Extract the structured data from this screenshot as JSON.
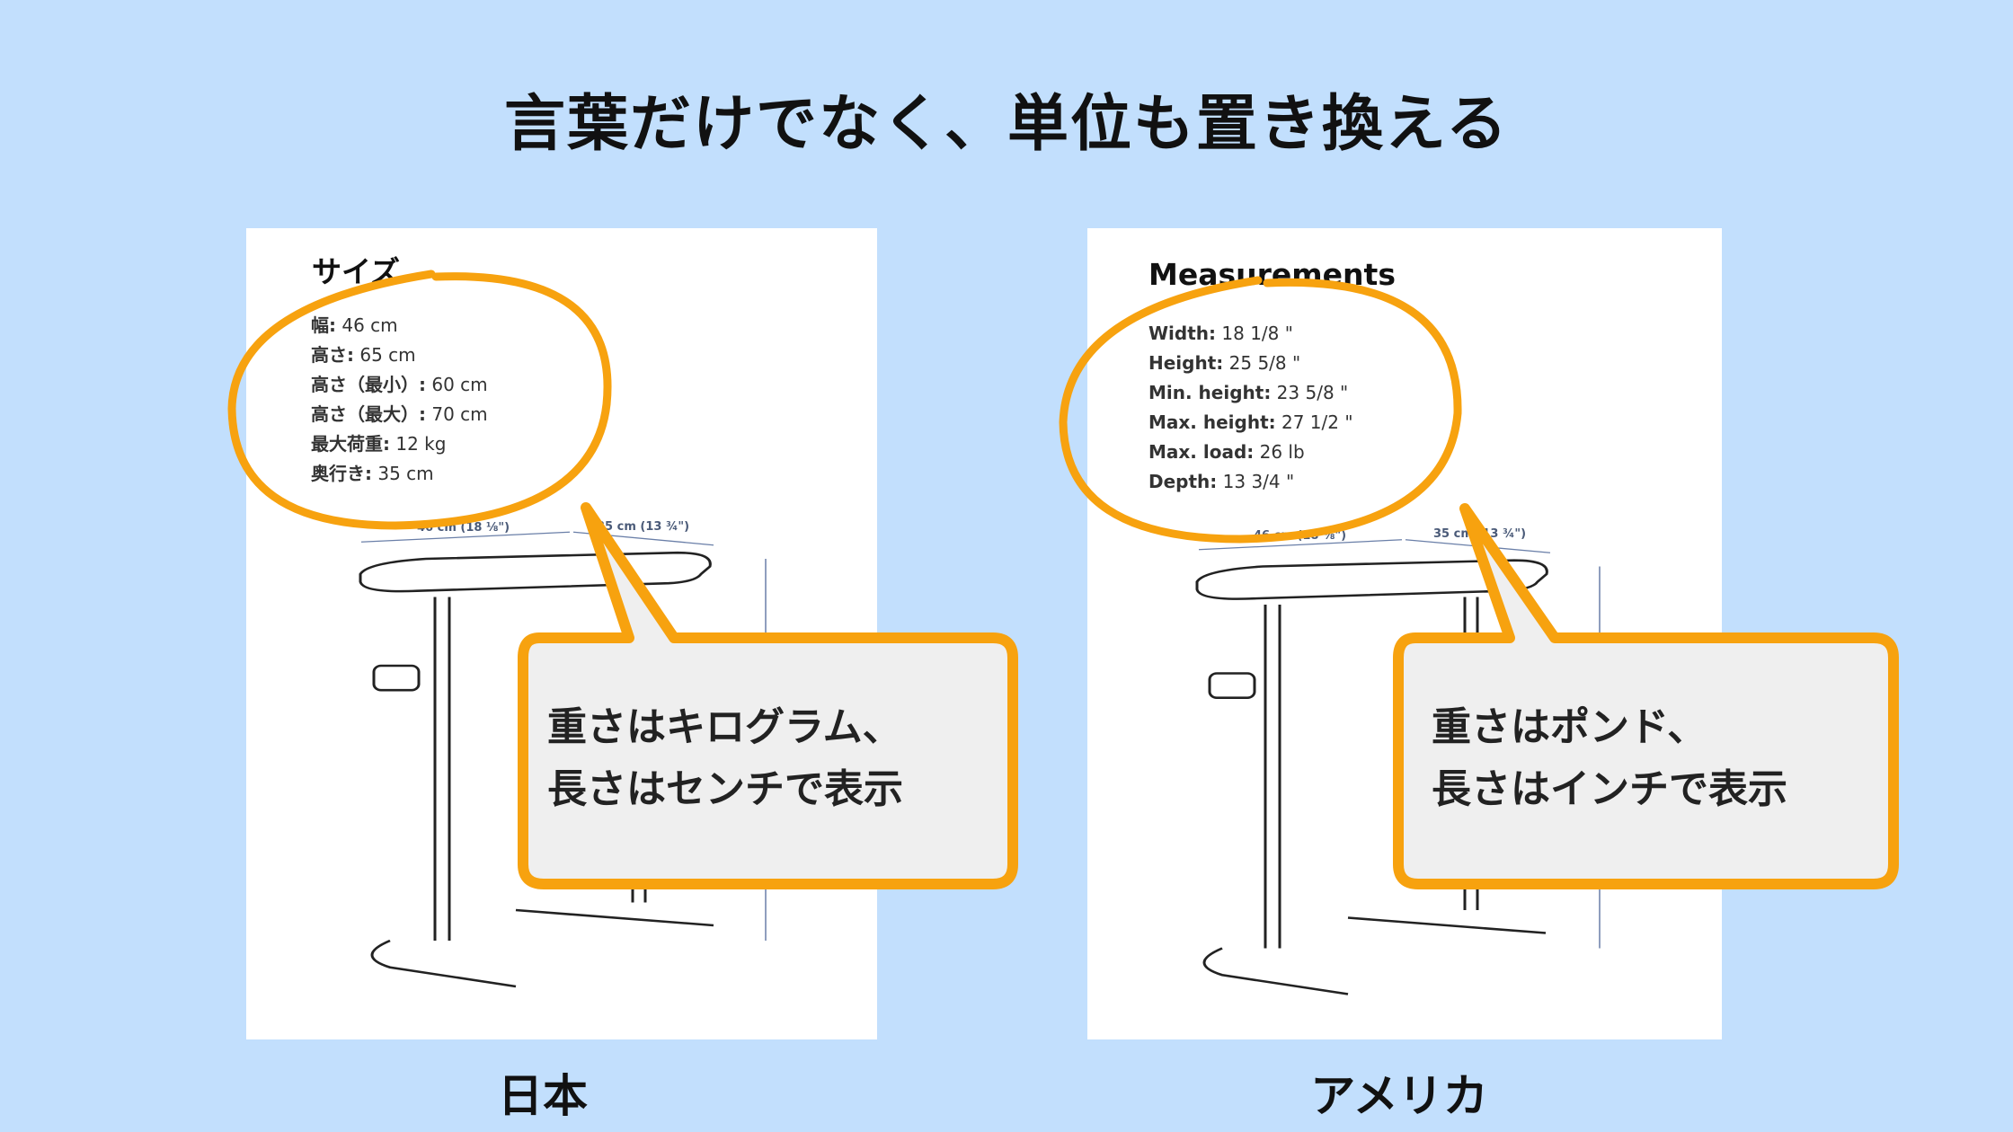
{
  "title": "言葉だけでなく、単位も置き換える",
  "colors": {
    "background": "#c2dffd",
    "accent": "#f7a20f",
    "bubble": "#efefef"
  },
  "japan": {
    "caption": "日本",
    "heading": "サイズ",
    "specs": [
      {
        "label": "幅:",
        "value": " 46 cm"
      },
      {
        "label": "高さ:",
        "value": " 65 cm"
      },
      {
        "label": "高さ（最小）:",
        "value": " 60 cm"
      },
      {
        "label": "高さ（最大）:",
        "value": " 70 cm"
      },
      {
        "label": "最大荷重:",
        "value": " 12 kg"
      },
      {
        "label": "奥行き:",
        "value": " 35 cm"
      }
    ],
    "dims": [
      "46 cm (18 ⅛\")",
      "35 cm (13 ¾\")"
    ],
    "bubble": [
      "重さはキログラム、",
      "長さはセンチで表示"
    ]
  },
  "usa": {
    "caption": "アメリカ",
    "heading": "Measurements",
    "specs": [
      {
        "label": "Width:",
        "value": " 18 1/8 \""
      },
      {
        "label": "Height:",
        "value": " 25 5/8 \""
      },
      {
        "label": "Min. height:",
        "value": " 23 5/8 \""
      },
      {
        "label": "Max. height:",
        "value": " 27 1/2 \""
      },
      {
        "label": "Max. load:",
        "value": " 26 lb"
      },
      {
        "label": "Depth:",
        "value": " 13 3/4 \""
      }
    ],
    "dims": [
      "46 cm (18 ⅛\")",
      "35 cm (13 ¾\")"
    ],
    "bubble": [
      "重さはポンド、",
      "長さはインチで表示"
    ]
  }
}
